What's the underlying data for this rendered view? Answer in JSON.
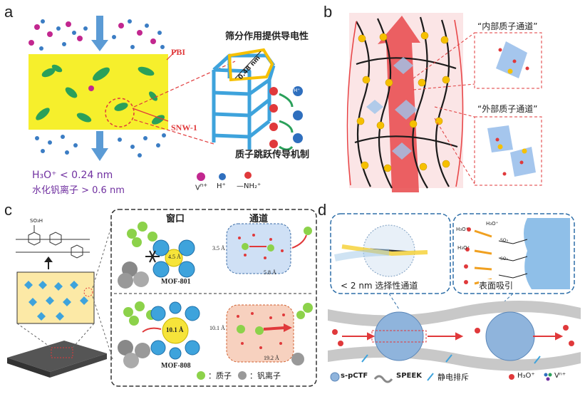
{
  "panels": {
    "a": {
      "letter": "a",
      "pbi_label": "PBI",
      "snw_label": "SNW-1",
      "sieving_title": "筛分作用提供导电性",
      "pore_size": "0.48 nm",
      "hopping_title": "质子跳跃传导机制",
      "h3o_line": "H₃O⁺ < 0.24 nm",
      "vanadium_line": "水化钒离子 > 0.6 nm",
      "legend_v": "V",
      "legend_v_sup": "n+",
      "legend_h": "H⁺",
      "legend_nh2": "—NH₂⁺",
      "h_plus": "H⁺"
    },
    "b": {
      "letter": "b",
      "inner_channel": "“内部质子通道”",
      "outer_channel": "“外部质子通道”"
    },
    "c": {
      "letter": "c",
      "window_label": "窗口",
      "channel_label": "通道",
      "mof801": "MOF-801",
      "mof808": "MOF-808",
      "pore801": "4.5 Å",
      "pore808": "10.1 Å",
      "ch801_w": "3.5 Å",
      "ch801_h": "5.8 Å",
      "ch808_w": "10.1 Å",
      "ch808_h": "19.2 Å",
      "polymer_group": "SO₃H",
      "legend_proton": "质子",
      "legend_vanadium": "钒离子",
      "legend_sep": "："
    },
    "d": {
      "letter": "d",
      "selective_channel": "< 2 nm 选择性通道",
      "surface_adsorption": "表面吸引",
      "h3o": "H₃O⁺",
      "so3": "SO₃",
      "legend_spctf": "s-pCTF",
      "legend_speek": "SPEEK",
      "legend_repulsion": "静电排斥",
      "legend_h3o": "H₃O⁺",
      "legend_vn": "Vⁿ⁺"
    }
  },
  "colors": {
    "membrane_yellow": "#f6ef2c",
    "arrow_blue": "#5b9bd5",
    "red_dash": "#e0393b",
    "purple_text": "#7030a0",
    "pink_bg": "#fbe5e6",
    "mof_blue": "#4aa6d8"
  }
}
